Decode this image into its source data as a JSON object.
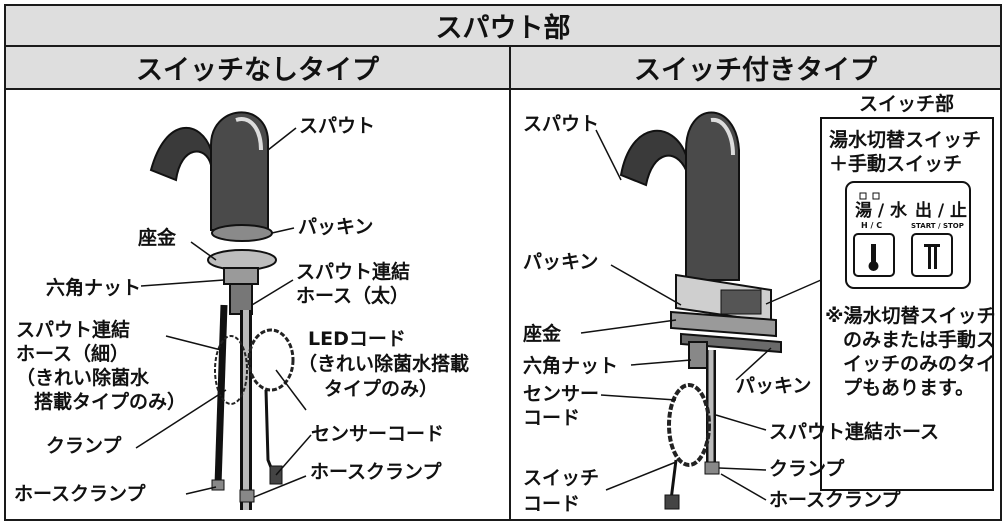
{
  "title": "スパウト部",
  "left_header": "スイッチなしタイプ",
  "right_header": "スイッチ付きタイプ",
  "left_labels": {
    "spout": "スパウト",
    "washer": "座金",
    "packing": "パッキン",
    "hex_nut": "六角ナット",
    "thick_hose_1": "スパウト連結",
    "thick_hose_2": "ホース（太）",
    "thin_hose_1": "スパウト連結",
    "thin_hose_2": "ホース（細）",
    "thin_hose_3": "（きれい除菌水",
    "thin_hose_4": "搭載タイプのみ）",
    "led_1": "LEDコード",
    "led_2": "（きれい除菌水搭載",
    "led_3": "タイプのみ）",
    "clamp": "クランプ",
    "sensor_cord": "センサーコード",
    "hose_clamp_left": "ホースクランプ",
    "hose_clamp_right": "ホースクランプ"
  },
  "right_labels": {
    "spout": "スパウト",
    "switch_section": "スイッチ部",
    "switch_box_1": "湯水切替スイッチ",
    "switch_box_2": "＋手動スイッチ",
    "panel_left_text": "湯 / 水",
    "panel_left_sub": "H / C",
    "panel_right_text": "出 / 止",
    "panel_right_sub": "START / STOP",
    "note_1": "※湯水切替スイッチ",
    "note_2": "のみまたは手動ス",
    "note_3": "イッチのみのタイ",
    "note_4": "プもあります。",
    "packing_top": "パッキン",
    "washer": "座金",
    "hex_nut": "六角ナット",
    "packing_bottom": "パッキン",
    "sensor_1": "センサー",
    "sensor_2": "コード",
    "hose": "スパウト連結ホース",
    "clamp": "クランプ",
    "switch_cord_1": "スイッチ",
    "switch_cord_2": "コード",
    "hose_clamp": "ホースクランプ"
  }
}
